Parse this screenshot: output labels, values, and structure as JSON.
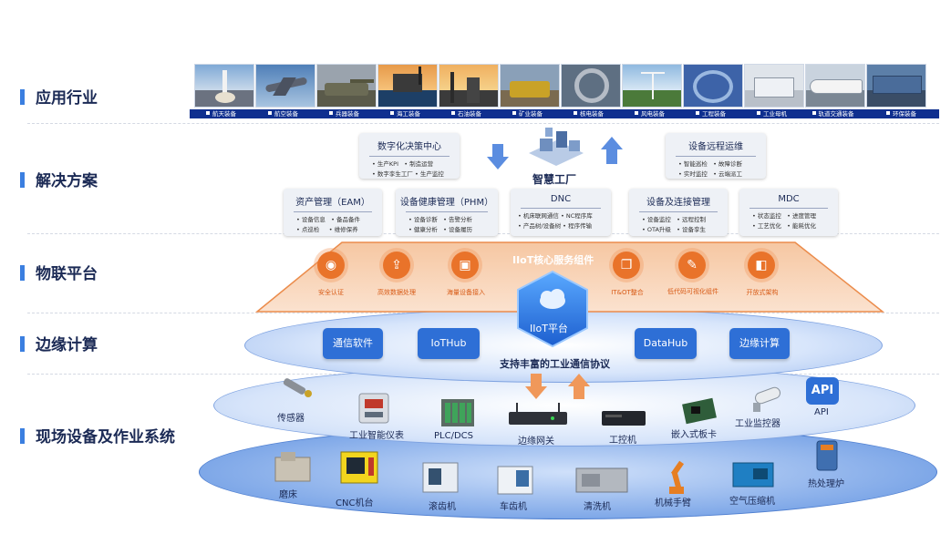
{
  "rows": {
    "industry": "应用行业",
    "solution": "解决方案",
    "iot": "物联平台",
    "edge": "边缘计算",
    "field": "现场设备及作业系统"
  },
  "industries": [
    "航天装备",
    "航空装备",
    "兵器装备",
    "海工装备",
    "石油装备",
    "矿业装备",
    "核电装备",
    "风电装备",
    "工程装备",
    "工业母机",
    "轨道交通装备",
    "环保装备"
  ],
  "solutions": {
    "top_left": {
      "title": "数字化决策中心",
      "items": [
        "生产KPI",
        "制造运营",
        "数字孪生工厂",
        "生产监控"
      ]
    },
    "center": {
      "title": "智慧工厂"
    },
    "top_right": {
      "title": "设备远程运维",
      "items": [
        "智能巡检",
        "故障诊断",
        "实时监控",
        "云端派工"
      ]
    },
    "eam": {
      "title": "资产管理（EAM）",
      "items": [
        "设备信息",
        "备品备件",
        "点巡检",
        "维修保养"
      ]
    },
    "phm": {
      "title": "设备健康管理（PHM）",
      "items": [
        "设备诊断",
        "告警分析",
        "健康分析",
        "设备履历"
      ]
    },
    "dnc": {
      "title": "DNC",
      "items": [
        "机床联网通信",
        "NC程序库",
        "产品树/设备树",
        "程序传输"
      ]
    },
    "conn": {
      "title": "设备及连接管理",
      "items": [
        "设备监控",
        "远程控制",
        "OTA升级",
        "设备孪生"
      ]
    },
    "mdc": {
      "title": "MDC",
      "items": [
        "状态监控",
        "进度管理",
        "工艺优化",
        "能耗优化"
      ]
    }
  },
  "iot": {
    "banner": "IIoT核心服务组件",
    "platform": "IIoT平台",
    "components": [
      "安全认证",
      "高效数据处理",
      "海量设备接入",
      "IT&OT整合",
      "低代码可视化组件",
      "开放式架构"
    ]
  },
  "edge": {
    "buttons": [
      "通信软件",
      "IoTHub",
      "DataHub",
      "边缘计算"
    ],
    "protocol": "支持丰富的工业通信协议"
  },
  "devices_upper": [
    "传感器",
    "工业智能仪表",
    "PLC/DCS",
    "边缘网关",
    "工控机",
    "嵌入式板卡",
    "工业监控器",
    "API"
  ],
  "devices_lower": [
    "磨床",
    "CNC机台",
    "滚齿机",
    "车齿机",
    "清洗机",
    "机械手臂",
    "空气压缩机",
    "热处理炉"
  ],
  "api_icon_text": "API",
  "colors": {
    "blue": "#2e6fd6",
    "navy": "#0f2f8f",
    "orange": "#e9732a",
    "label": "#1b2a55"
  }
}
